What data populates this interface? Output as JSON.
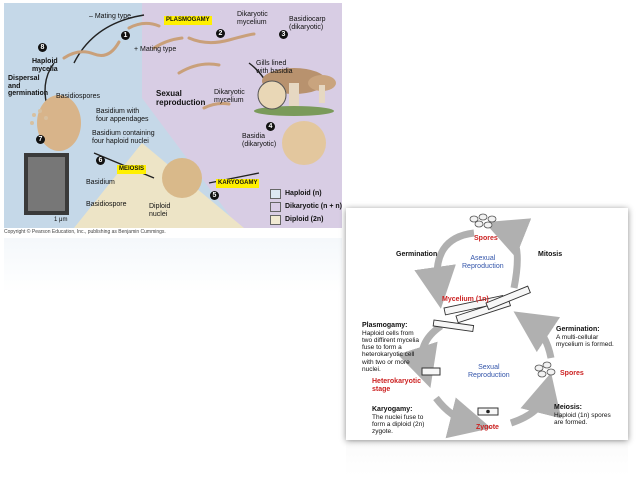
{
  "left": {
    "labels": {
      "minus_mating": "– Mating type",
      "plasmogamy": "PLASMOGAMY",
      "dikaryotic_mycelium_top": "Dikaryotic\nmycelium",
      "basidiocarp": "Basidiocarp\n(dikaryotic)",
      "plus_mating": "+ Mating type",
      "haploid_mycelia": "Haploid\nmycelia",
      "dispersal": "Dispersal\nand\ngermination",
      "basidiospores": "Basidiospores",
      "sexual_repro": "Sexual\nreproduction",
      "dikaryotic_mycelium_mid": "Dikaryotic\nmycelium",
      "gills": "Gills lined\nwith basidia",
      "basidium_four_app": "Basidium with\nfour appendages",
      "basidium_four_nuclei": "Basidium containing\nfour haploid nuclei",
      "meiosis": "MEIOSIS",
      "basidium": "Basidium",
      "basidiospore": "Basidiospore",
      "scale": "1 μm",
      "diploid_nuclei": "Diploid\nnuclei",
      "karyogamy": "KARYOGAMY",
      "basidia": "Basidia\n(dikaryotic)",
      "copyright": "Copyright © Pearson Education, Inc., publishing as Benjamin Cummings."
    },
    "steps": [
      "1",
      "2",
      "3",
      "4",
      "5",
      "6",
      "7",
      "8"
    ],
    "legend": [
      {
        "label": "Haploid (n)",
        "color": "#dde8f2"
      },
      {
        "label": "Dikaryotic (n + n)",
        "color": "#d9cde6"
      },
      {
        "label": "Diploid (2n)",
        "color": "#f1ead3"
      }
    ],
    "colors": {
      "haploid_bg": "#c5d8e8",
      "dikaryotic_bg": "#d8cde4",
      "diploid_bg": "#ede4c6",
      "highlight": "#fff000"
    }
  },
  "right": {
    "labels": {
      "spores_top": "Spores",
      "germination_left": "Germination",
      "mitosis": "Mitosis",
      "asexual": "Asexual\nReproduction",
      "mycelium": "Mycelium (1n)",
      "plasmogamy_title": "Plasmogamy:",
      "plasmogamy_text": "Haploid cells from\ntwo diffirent mycelia\nfuse to form a\nheterokaryotic cell\nwith two or more\nnuclei.",
      "germination_right_title": "Germination:",
      "germination_right_text": "A multi-cellular\nmycelium is formed.",
      "sexual": "Sexual\nReproduction",
      "spores_right": "Spores",
      "heterokaryotic": "Heterokaryotic\nstage",
      "karyogamy_title": "Karyogamy:",
      "karyogamy_text": "The nuclei fuse to\nform a diploid (2n)\nzygote.",
      "zygote": "Zygote",
      "meiosis_title": "Meiosis:",
      "meiosis_text": "Haploid (1n) spores\nare formed."
    },
    "colors": {
      "red": "#cc2222",
      "blue": "#3355aa",
      "arrow": "#b0b0b0"
    }
  }
}
